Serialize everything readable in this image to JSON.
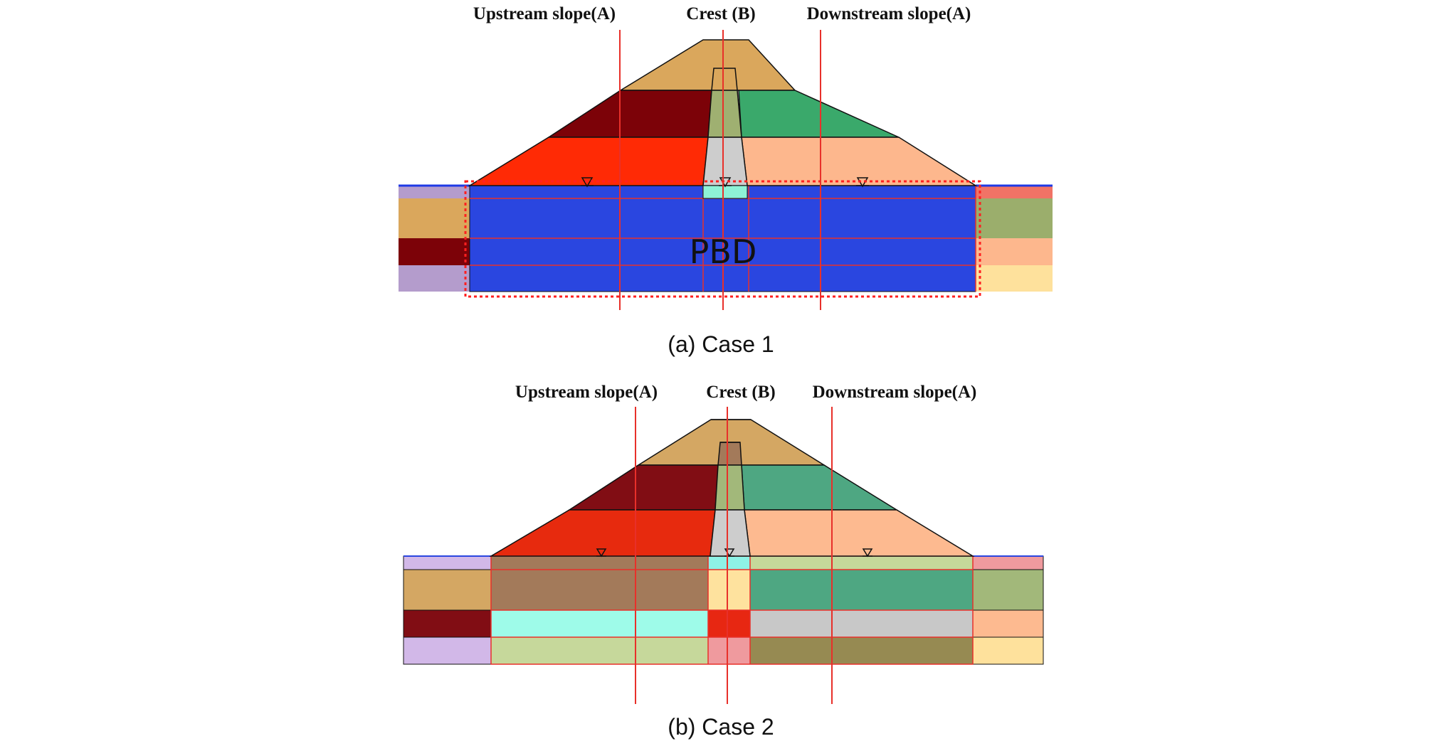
{
  "case1": {
    "labels": {
      "upstream": "Upstream slope(A)",
      "crest": "Crest (B)",
      "downstream": "Downstream slope(A)"
    },
    "zone_text": "PBD",
    "caption": "(a) Case 1"
  },
  "case2": {
    "labels": {
      "upstream": "Upstream slope(A)",
      "crest": "Crest (B)",
      "downstream": "Downstream slope(A)"
    },
    "caption": "(b) Case 2"
  },
  "colors": {
    "pbd_blue": "#2a46e0",
    "section_line": "#e8302a",
    "dam_top": "#daa75c",
    "dam_upper_left": "#7c0208",
    "dam_upper_right": "#3aa96b",
    "dam_mid_left": "#ff2a05",
    "dam_mid_right": "#fdb78d",
    "core": "#cdcdcd",
    "core_upper": "#9fb071",
    "filter": "#8ef2d6"
  }
}
